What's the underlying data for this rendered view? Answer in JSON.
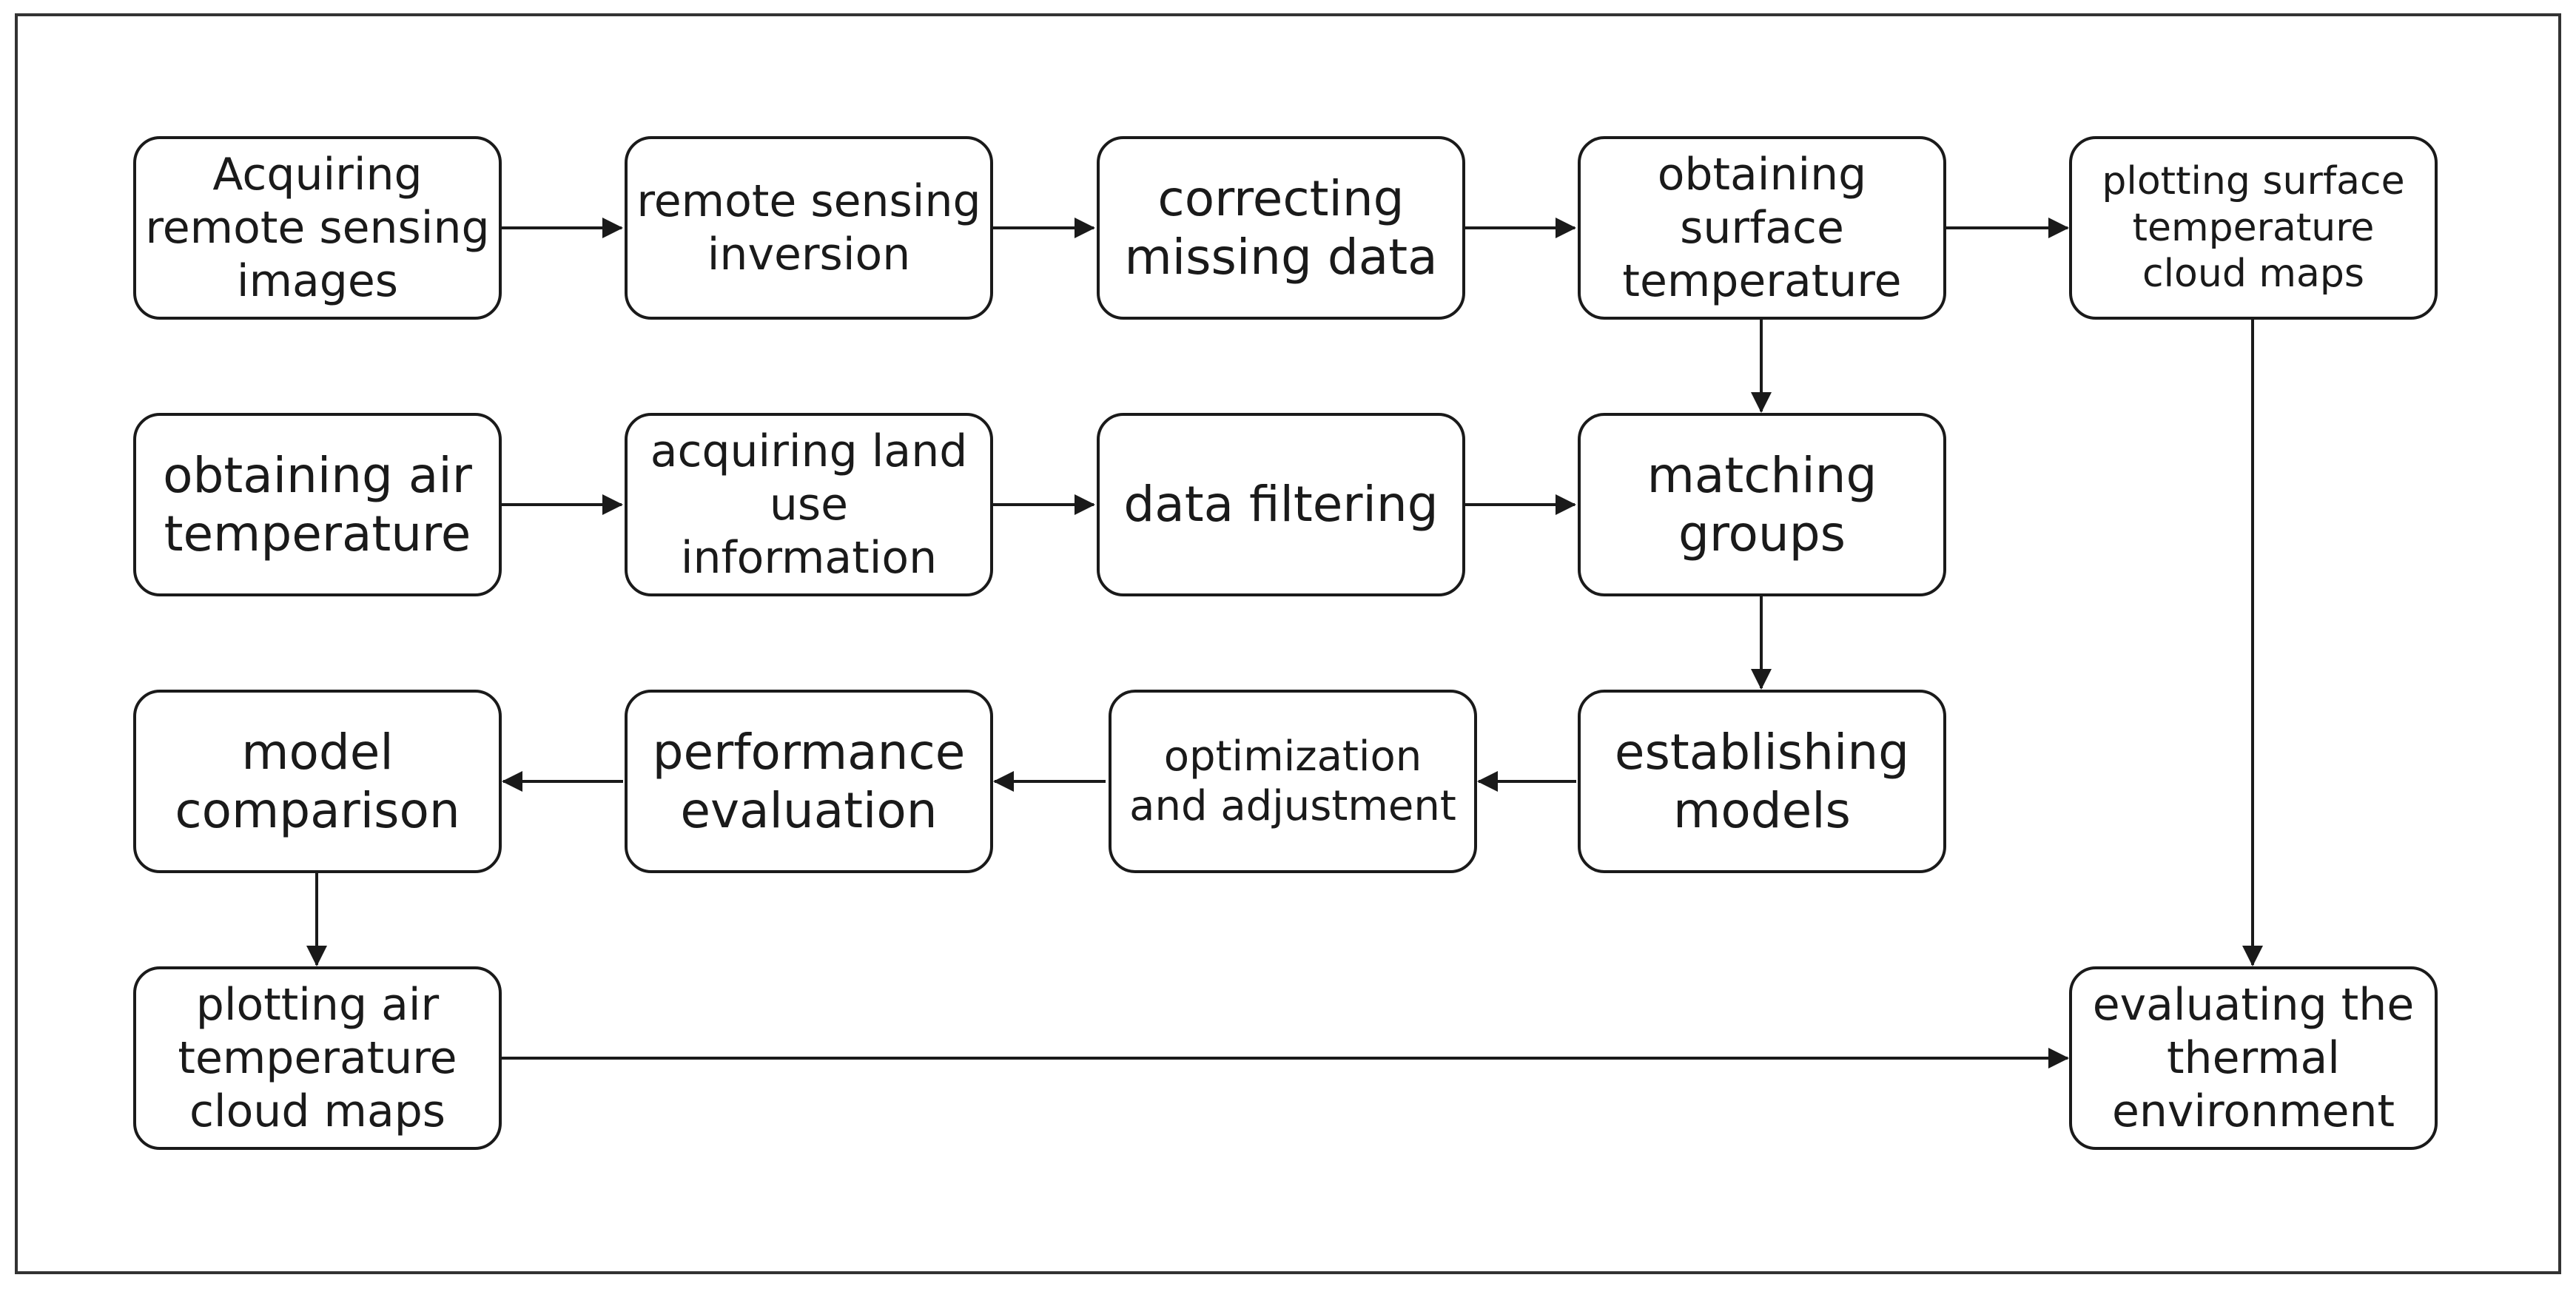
{
  "diagram": {
    "nodes": {
      "acquiring_remote_sensing_images": "Acquiring remote sensing images",
      "remote_sensing_inversion": "remote sensing inversion",
      "correcting_missing_data": "correcting missing data",
      "obtaining_surface_temperature": "obtaining surface temperature",
      "plotting_surface_temperature_cloud_maps": "plotting surface temperature cloud maps",
      "obtaining_air_temperature": "obtaining air temperature",
      "acquiring_land_use_information": "acquiring land use information",
      "data_filtering": "data filtering",
      "matching_groups": "matching groups",
      "model_comparison": "model comparison",
      "performance_evaluation": "performance evaluation",
      "optimization_and_adjustment": "optimization and adjustment",
      "establishing_models": "establishing models",
      "plotting_air_temperature_cloud_maps": "plotting air temperature cloud maps",
      "evaluating_the_thermal_environment": "evaluating the thermal environment"
    },
    "edges": [
      [
        "acquiring_remote_sensing_images",
        "remote_sensing_inversion"
      ],
      [
        "remote_sensing_inversion",
        "correcting_missing_data"
      ],
      [
        "correcting_missing_data",
        "obtaining_surface_temperature"
      ],
      [
        "obtaining_surface_temperature",
        "plotting_surface_temperature_cloud_maps"
      ],
      [
        "obtaining_surface_temperature",
        "matching_groups"
      ],
      [
        "obtaining_air_temperature",
        "acquiring_land_use_information"
      ],
      [
        "acquiring_land_use_information",
        "data_filtering"
      ],
      [
        "data_filtering",
        "matching_groups"
      ],
      [
        "matching_groups",
        "establishing_models"
      ],
      [
        "establishing_models",
        "optimization_and_adjustment"
      ],
      [
        "optimization_and_adjustment",
        "performance_evaluation"
      ],
      [
        "performance_evaluation",
        "model_comparison"
      ],
      [
        "model_comparison",
        "plotting_air_temperature_cloud_maps"
      ],
      [
        "plotting_air_temperature_cloud_maps",
        "evaluating_the_thermal_environment"
      ],
      [
        "plotting_surface_temperature_cloud_maps",
        "evaluating_the_thermal_environment"
      ]
    ]
  }
}
